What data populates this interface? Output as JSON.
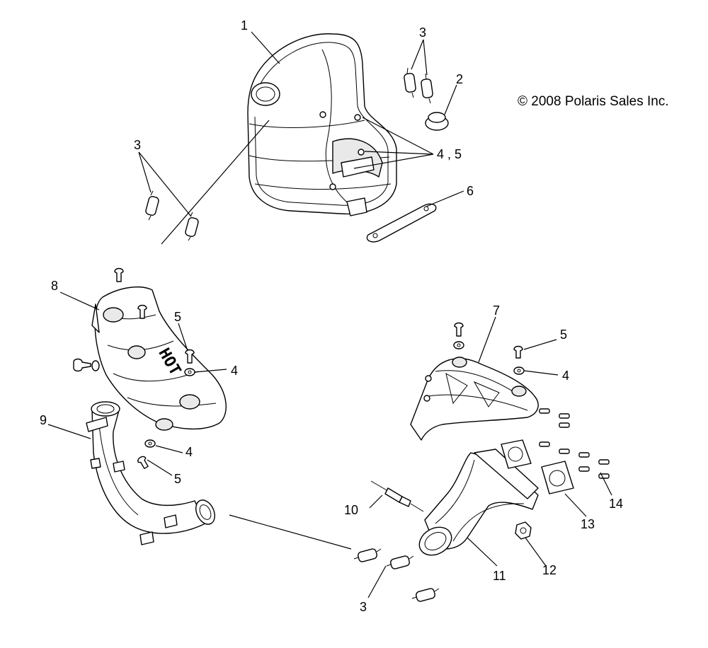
{
  "copyright": "© 2008 Polaris Sales Inc.",
  "hot_label": "HOT",
  "callouts": {
    "c1": "1",
    "c2": "2",
    "c3a": "3",
    "c3b": "3",
    "c3c": "3",
    "c45": "4 , 5",
    "c6": "6",
    "c8": "8",
    "c5a": "5",
    "c4a": "4",
    "c9": "9",
    "c4b": "4",
    "c5b": "5",
    "c7": "7",
    "c5c": "5",
    "c4c": "4",
    "c10": "10",
    "c11": "11",
    "c12": "12",
    "c13": "13",
    "c14": "14"
  }
}
